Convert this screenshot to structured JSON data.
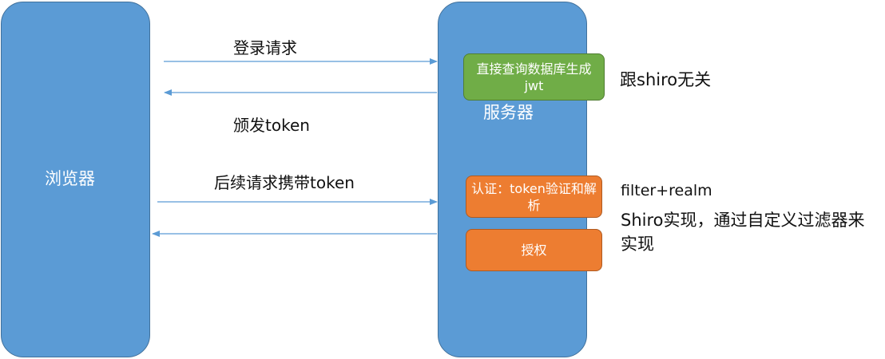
{
  "browser": {
    "label": "浏览器"
  },
  "server": {
    "label": "服务器",
    "db_box": "直接查询数据库生成jwt",
    "auth_box": "认证：token验证和解析",
    "authz_box": "授权"
  },
  "arrows": {
    "login": "登录请求",
    "issue": "颁发token",
    "follow_up": "后续请求携带token"
  },
  "notes": {
    "unrelated": "跟shiro无关",
    "filter_realm": "filter+realm",
    "shiro_impl": "Shiro实现，通过自定义过滤器来实现"
  },
  "colors": {
    "pillar": "#5b9bd5",
    "green_box": "#70ad47",
    "orange_box": "#ed7d31",
    "arrow": "#5b9bd5"
  }
}
